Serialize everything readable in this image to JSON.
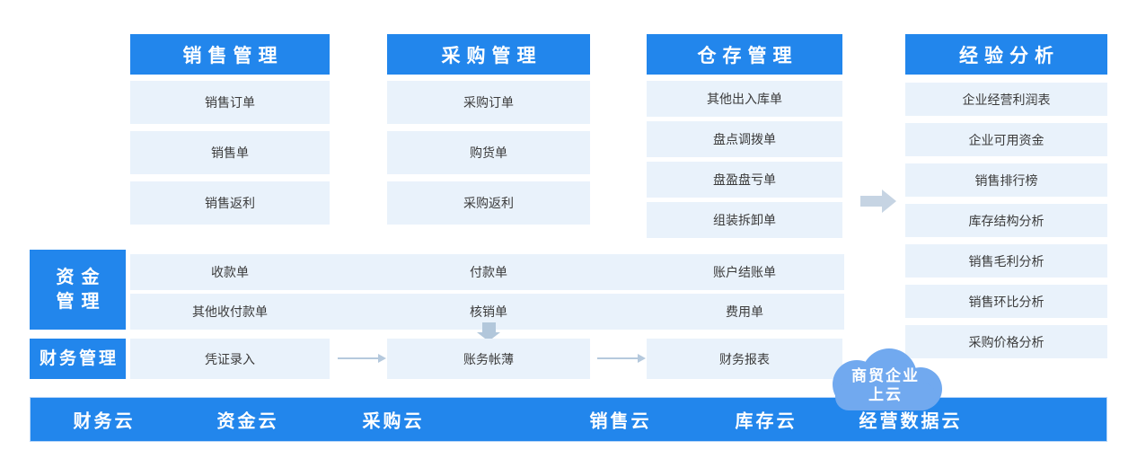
{
  "colors": {
    "primary_blue": "#2286ec",
    "light_blue_item": "#e9f2fb",
    "cloud_blue": "#71a9ef",
    "arrow_blue_gray": "#b5c9dd",
    "block_arrow_gray": "#c6d4e3",
    "item_text": "#3b3b3b"
  },
  "columns": [
    {
      "header": "销售管理",
      "items": [
        "销售订单",
        "销售单",
        "销售返利"
      ]
    },
    {
      "header": "采购管理",
      "items": [
        "采购订单",
        "购货单",
        "采购返利"
      ]
    },
    {
      "header": "仓存管理",
      "items": [
        "其他出入库单",
        "盘点调拨单",
        "盘盈盘亏单",
        "组装拆卸单"
      ]
    },
    {
      "header": "经验分析",
      "items": [
        "企业经营利润表",
        "企业可用资金",
        "销售排行榜",
        "库存结构分析",
        "销售毛利分析",
        "销售环比分析",
        "采购价格分析"
      ]
    }
  ],
  "left_sections": [
    {
      "label": "资金管理",
      "label_lines": [
        "资金",
        "管理"
      ]
    },
    {
      "label": "财务管理"
    }
  ],
  "fund_rows": [
    {
      "cells": [
        "收款单",
        "付款单",
        "账户结账单"
      ]
    },
    {
      "cells": [
        "其他收付款单",
        "核销单",
        "费用单"
      ]
    }
  ],
  "finance_row": {
    "cells": [
      "凭证录入",
      "账务帐薄",
      "财务报表"
    ]
  },
  "cloud": {
    "line1": "商贸企业",
    "line2": "上云"
  },
  "bottom_bar": {
    "items": [
      "财务云",
      "资金云",
      "采购云",
      "销售云",
      "库存云",
      "经营数据云"
    ]
  }
}
